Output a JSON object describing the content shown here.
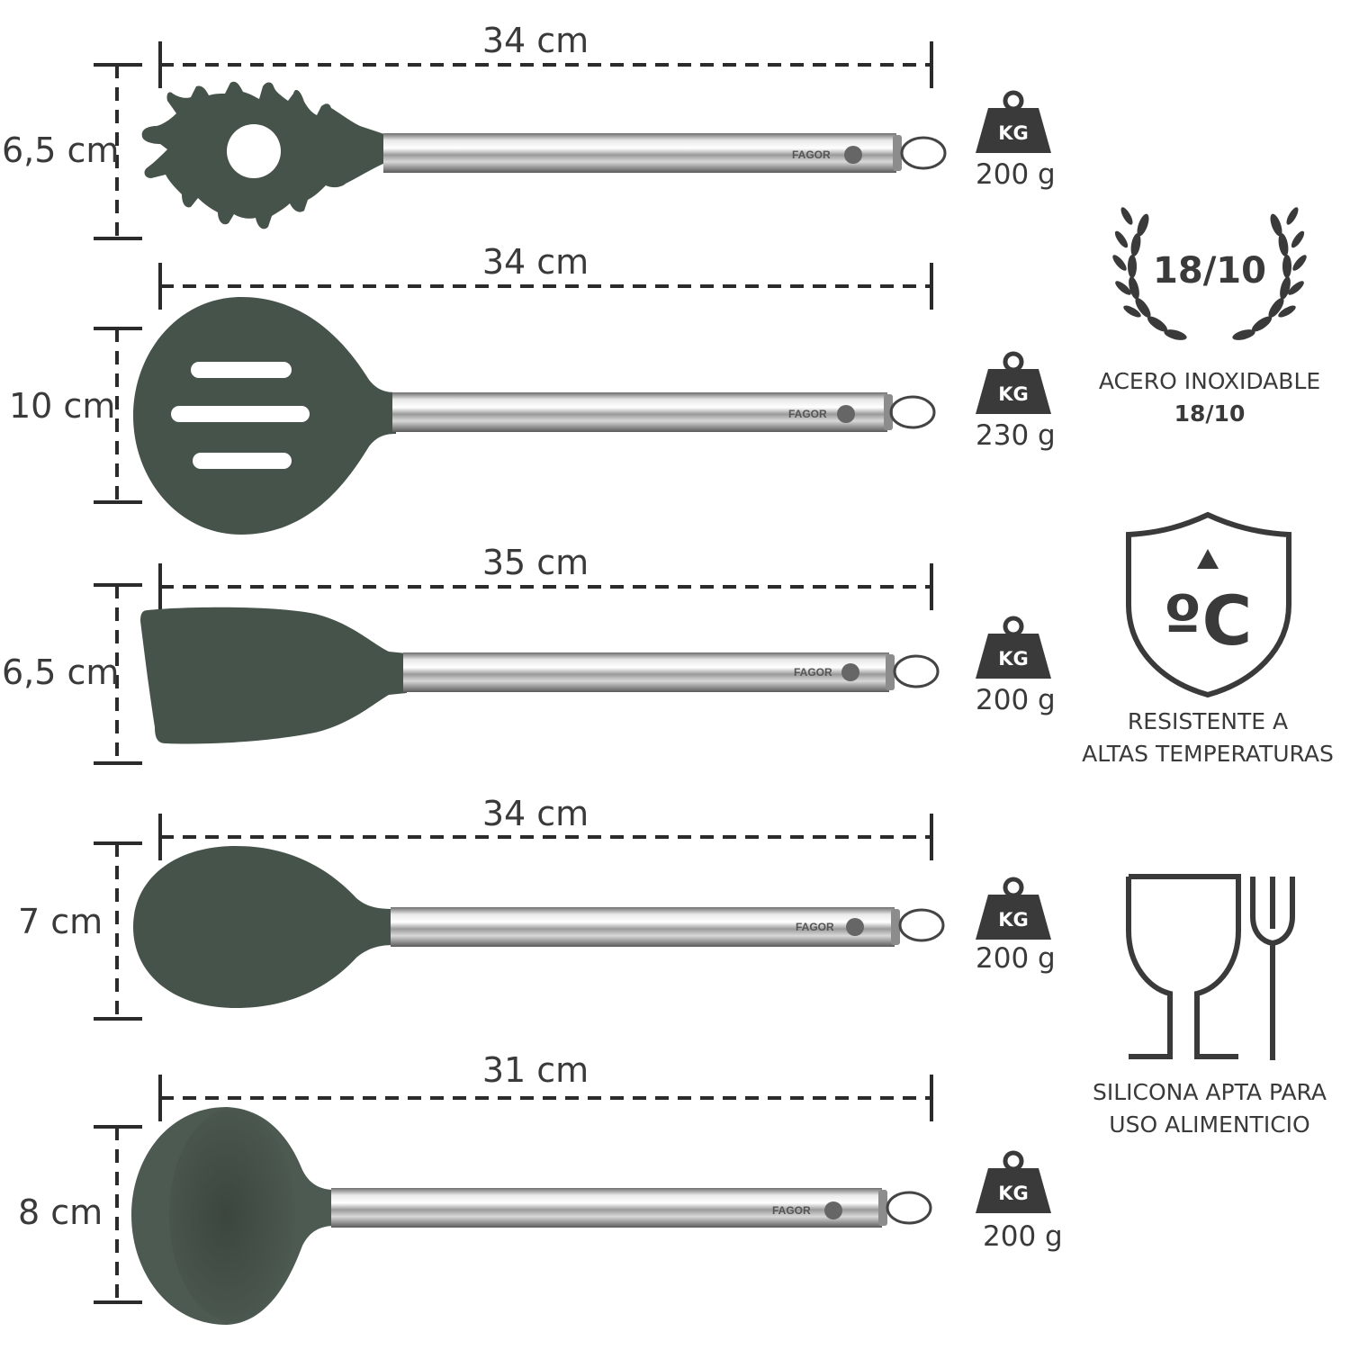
{
  "colors": {
    "silicone": "#46534a",
    "text": "#3a3a3a",
    "steel_light": "#f2f2f2",
    "steel_dark": "#7d7d7d"
  },
  "utensils": [
    {
      "name": "pasta-server",
      "length_label": "34 cm",
      "width_label": "6,5 cm",
      "weight_label": "200 g",
      "brand": "FAGOR"
    },
    {
      "name": "slotted-spoon",
      "length_label": "34 cm",
      "width_label": "10 cm",
      "weight_label": "230 g",
      "brand": "FAGOR"
    },
    {
      "name": "spatula",
      "length_label": "35 cm",
      "width_label": "6,5 cm",
      "weight_label": "200 g",
      "brand": "FAGOR"
    },
    {
      "name": "spoon",
      "length_label": "34 cm",
      "width_label": "7 cm",
      "weight_label": "200 g",
      "brand": "FAGOR"
    },
    {
      "name": "ladle",
      "length_label": "31 cm",
      "width_label": "8 cm",
      "weight_label": "200 g",
      "brand": "FAGOR"
    }
  ],
  "weight_icon_label": "KG",
  "features": {
    "steel": {
      "badge": "18/10",
      "line1": "ACERO INOXIDABLE",
      "line2": "18/10",
      "icon": "laurel-wreath-icon"
    },
    "heat": {
      "symbol": "ºC",
      "line1": "RESISTENTE A",
      "line2": "ALTAS TEMPERATURAS",
      "icon": "shield-temperature-icon"
    },
    "food": {
      "line1": "SILICONA APTA PARA",
      "line2": "USO ALIMENTICIO",
      "icon": "glass-fork-icon"
    }
  }
}
